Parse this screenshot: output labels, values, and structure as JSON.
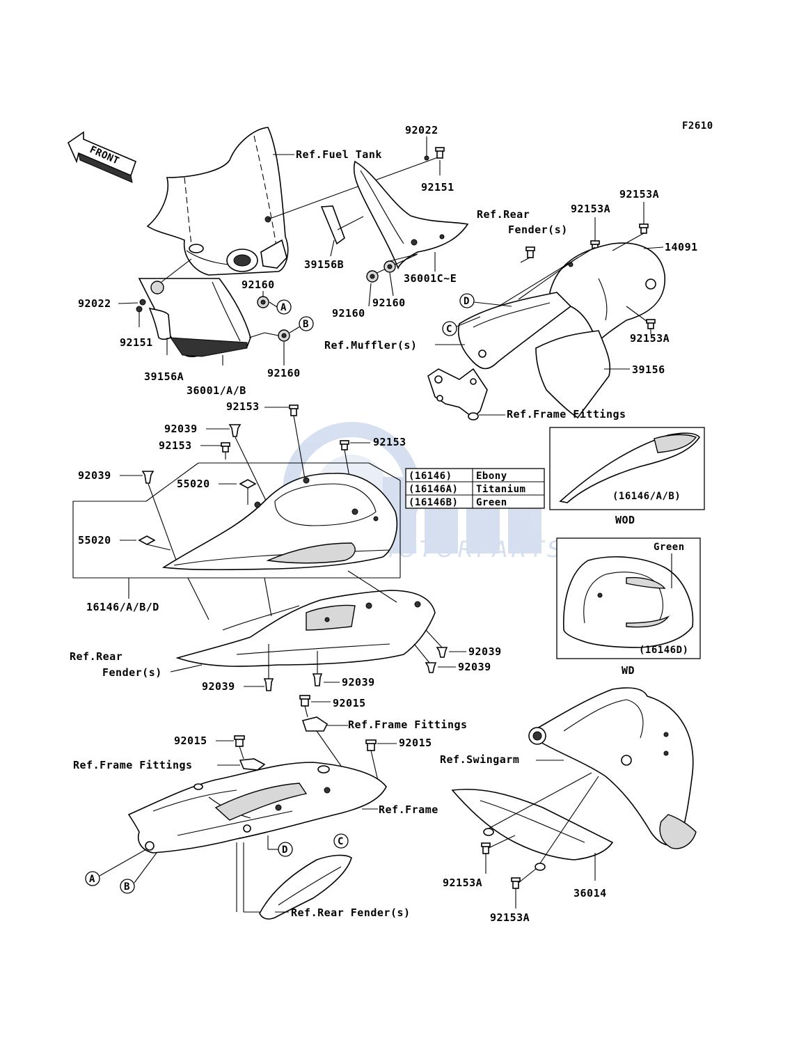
{
  "figure_code": "F2610",
  "front_arrow": "FRONT",
  "part_labels": {
    "p92022_top": "92022",
    "p92151_top": "92151",
    "p92153A_a": "92153A",
    "p92153A_b": "92153A",
    "p92153A_c": "92153A",
    "p14091": "14091",
    "p39156B": "39156B",
    "p36001C_E": "36001C~E",
    "p92160_a": "92160",
    "p92160_b": "92160",
    "p92160_c": "92160",
    "p92160_d": "92160",
    "p92022_left": "92022",
    "p92151_left": "92151",
    "p39156A": "39156A",
    "p36001": "36001/A/B",
    "p39156": "39156",
    "p92153_a": "92153",
    "p92039_a": "92039",
    "p92153_b": "92153",
    "p92153_c": "92153",
    "p92039_b": "92039",
    "p55020_a": "55020",
    "p55020_b": "55020",
    "p16146": "16146/A/B/D",
    "p92039_c": "92039",
    "p92039_d": "92039",
    "p92039_e": "92039",
    "p92039_f": "92039",
    "p92015_a": "92015",
    "p92015_b": "92015",
    "p92015_c": "92015",
    "p92153A_d": "92153A",
    "p92153A_e": "92153A",
    "p36014": "36014"
  },
  "ref_labels": {
    "fuel_tank": "Ref.Fuel Tank",
    "rear_fender_top_1": "Ref.Rear",
    "rear_fender_top_2": "Fender(s)",
    "muffler": "Ref.Muffler(s)",
    "frame_fittings_1": "Ref.Frame Fittings",
    "rear_fender_mid_1": "Ref.Rear",
    "rear_fender_mid_2": "Fender(s)",
    "frame_fittings_2": "Ref.Frame Fittings",
    "frame_fittings_3": "Ref.Frame Fittings",
    "swingarm": "Ref.Swingarm",
    "frame": "Ref.Frame",
    "rear_fender_bottom": "Ref.Rear Fender(s)"
  },
  "callouts": [
    "A",
    "B",
    "C",
    "D"
  ],
  "color_table": [
    {
      "code": "(16146)",
      "color": "Ebony"
    },
    {
      "code": "(16146A)",
      "color": "Titanium"
    },
    {
      "code": "(16146B)",
      "color": "Green"
    }
  ],
  "inset_wod": {
    "part": "(16146/A/B)",
    "caption": "WOD"
  },
  "inset_wd": {
    "part": "(16146D)",
    "color_note": "Green",
    "caption": "WD"
  },
  "watermark": {
    "brand": "MOTORPARTS",
    "color": "#6a8fc9"
  }
}
